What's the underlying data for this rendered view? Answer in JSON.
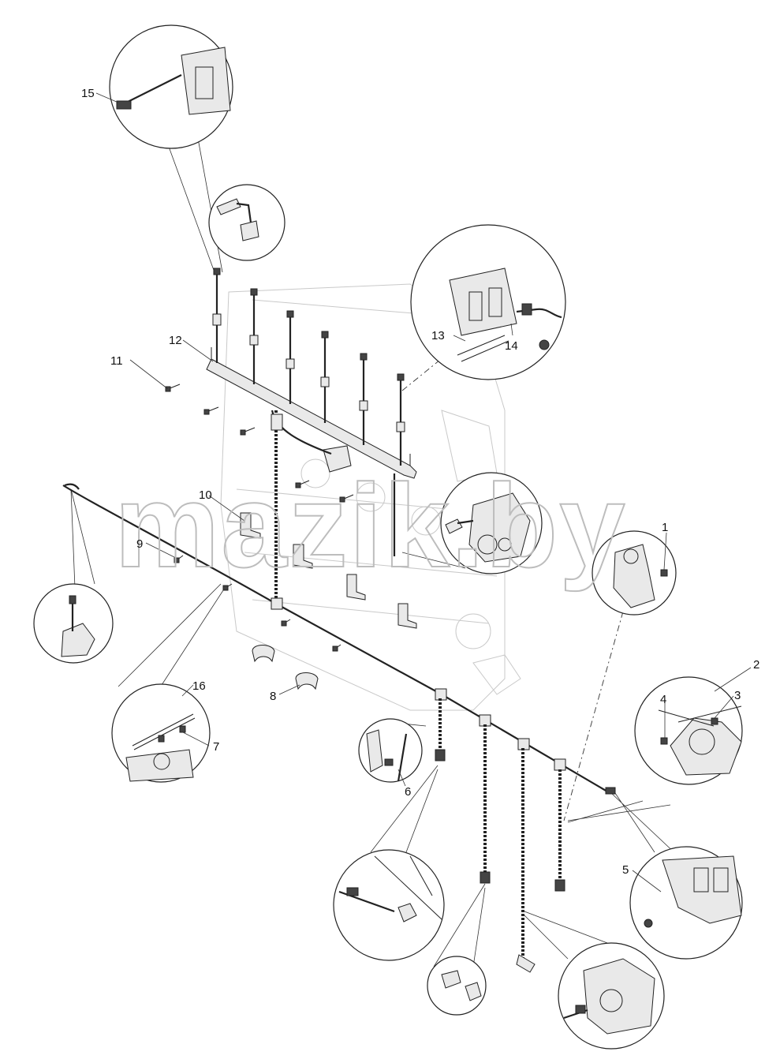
{
  "watermark": "mazik.by",
  "callouts": [
    {
      "id": "c1",
      "label": "1"
    },
    {
      "id": "c2",
      "label": "2"
    },
    {
      "id": "c3",
      "label": "3"
    },
    {
      "id": "c4",
      "label": "4"
    },
    {
      "id": "c5",
      "label": "5"
    },
    {
      "id": "c6",
      "label": "6"
    },
    {
      "id": "c7",
      "label": "7"
    },
    {
      "id": "c8",
      "label": "8"
    },
    {
      "id": "c9",
      "label": "9"
    },
    {
      "id": "c10",
      "label": "10"
    },
    {
      "id": "c11",
      "label": "11"
    },
    {
      "id": "c12",
      "label": "12"
    },
    {
      "id": "c13",
      "label": "13"
    },
    {
      "id": "c14",
      "label": "14"
    },
    {
      "id": "c15",
      "label": "15"
    },
    {
      "id": "c16",
      "label": "16"
    }
  ]
}
